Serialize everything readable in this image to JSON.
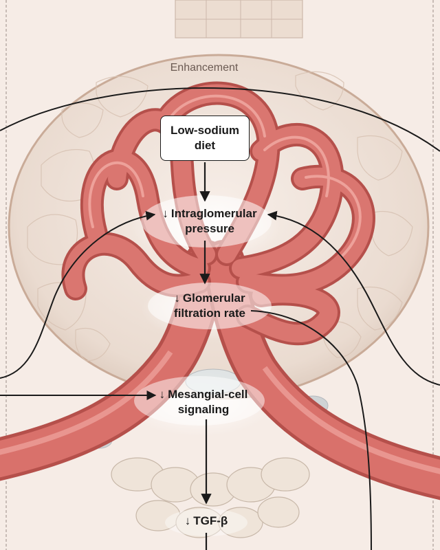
{
  "labels": {
    "enhancement": "Enhancement",
    "low_sodium_line1": "Low-sodium",
    "low_sodium_line2": "diet",
    "arrow_symbol": "↓",
    "intraglomerular_line1": "Intraglomerular",
    "intraglomerular_line2": "pressure",
    "gfr_line1": "Glomerular",
    "gfr_line2": "filtration rate",
    "mesangial_line1": "Mesangial-cell",
    "mesangial_line2": "signaling",
    "tgf": "TGF-β"
  },
  "colors": {
    "background": "#f6ece6",
    "capsule": "#eedfd4",
    "capillary": "#d9716b",
    "capillary_dark": "#b5504b",
    "capillary_light": "#f0a7a0",
    "arrow": "#1a1a1a"
  }
}
